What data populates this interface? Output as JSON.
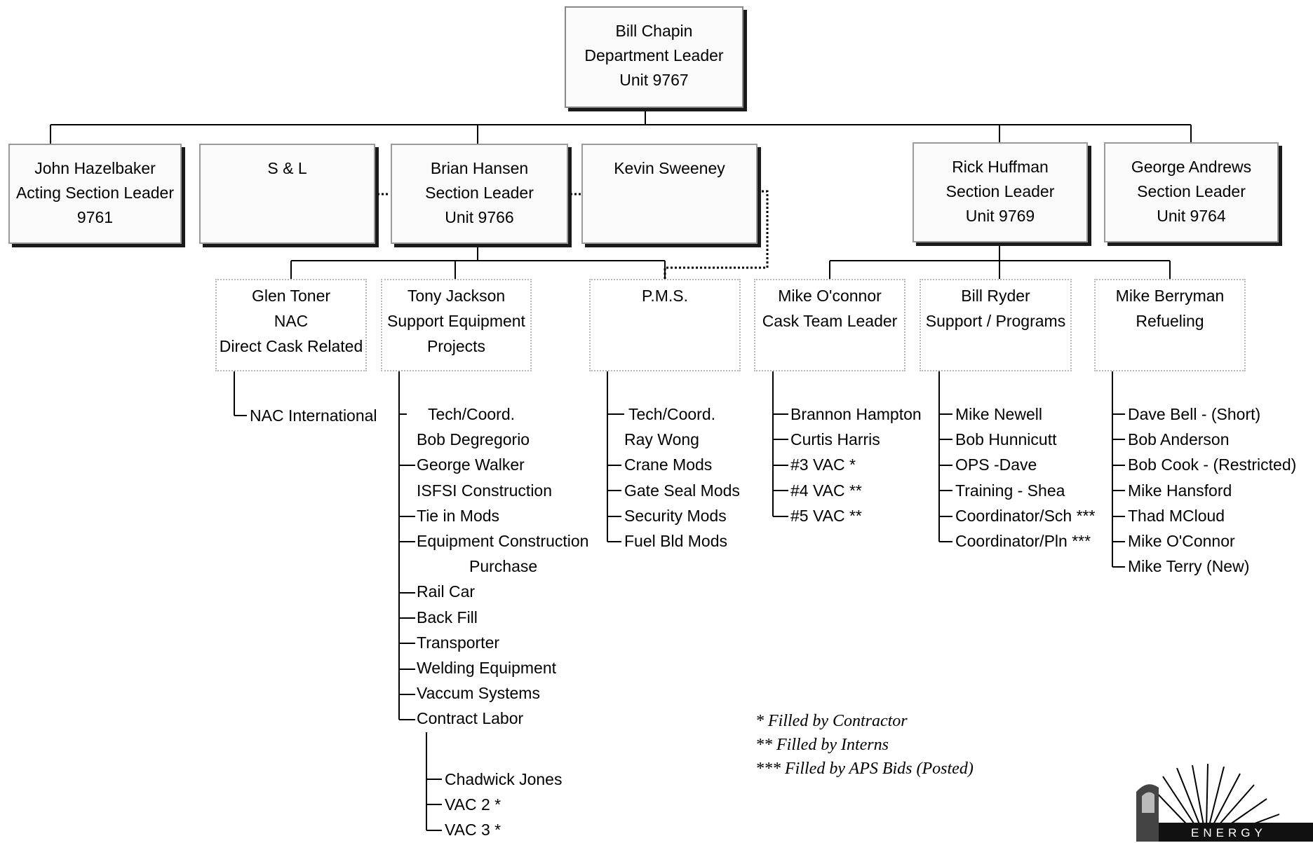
{
  "top": {
    "lines": [
      "Bill Chapin",
      "Department Leader",
      "Unit 9767"
    ]
  },
  "sections": [
    {
      "lines": [
        "John Hazelbaker",
        "Acting Section Leader",
        "9761"
      ]
    },
    {
      "lines": [
        "S & L"
      ]
    },
    {
      "lines": [
        "Brian Hansen",
        "Section Leader",
        "Unit 9766"
      ]
    },
    {
      "lines": [
        "Kevin Sweeney"
      ]
    },
    {
      "lines": [
        "Rick Huffman",
        "Section Leader",
        "Unit 9769"
      ]
    },
    {
      "lines": [
        "George Andrews",
        "Section Leader",
        "Unit 9764"
      ]
    }
  ],
  "groups": [
    {
      "lines": [
        "Glen Toner",
        "NAC",
        "Direct Cask Related"
      ],
      "items": [
        "NAC International"
      ]
    },
    {
      "lines": [
        "Tony Jackson",
        "Support Equipment",
        "Projects"
      ],
      "items": [
        "Tech/Coord.",
        "Bob Degregorio",
        "George Walker",
        "ISFSI Construction",
        "Tie in Mods",
        "Equipment Construction",
        "Purchase",
        "Rail Car",
        "Back Fill",
        "Transporter",
        "Welding Equipment",
        "Vaccum Systems",
        "Contract Labor"
      ],
      "subitems": [
        "Chadwick Jones",
        "VAC 2 *",
        "VAC 3 *"
      ]
    },
    {
      "lines": [
        "P.M.S."
      ],
      "items": [
        "Tech/Coord.",
        "Ray Wong",
        "Crane Mods",
        "Gate Seal Mods",
        "Security Mods",
        "Fuel Bld Mods"
      ]
    },
    {
      "lines": [
        "Mike O'connor",
        "Cask Team Leader"
      ],
      "items": [
        "Brannon Hampton",
        "Curtis Harris",
        "#3 VAC *",
        "#4 VAC **",
        "#5 VAC  **"
      ]
    },
    {
      "lines": [
        "Bill Ryder",
        "Support / Programs"
      ],
      "items": [
        "Mike Newell",
        "Bob Hunnicutt",
        "OPS -Dave",
        "Training - Shea",
        "Coordinator/Sch ***",
        "Coordinator/Pln ***"
      ]
    },
    {
      "lines": [
        "Mike Berryman",
        "Refueling"
      ],
      "items": [
        "Dave Bell - (Short)",
        "Bob Anderson",
        "Bob Cook - (Restricted)",
        "Mike Hansford",
        "Thad MCloud",
        "Mike O'Connor",
        "Mike Terry (New)"
      ]
    }
  ],
  "notes": [
    "* Filled by Contractor",
    "** Filled by Interns",
    "*** Filled by APS Bids (Posted)"
  ],
  "logo": {
    "text": "ENERGY"
  }
}
